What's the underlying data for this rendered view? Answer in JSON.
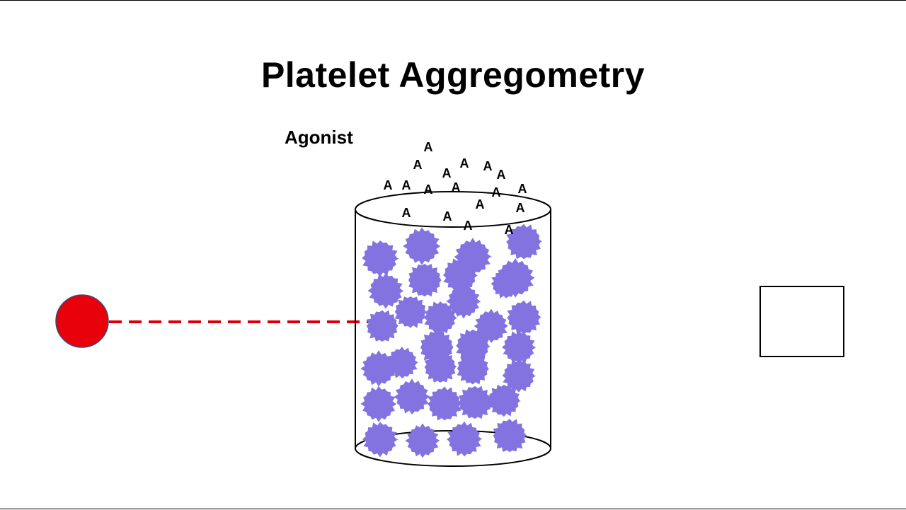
{
  "title": "Platelet Aggregometry",
  "agonist_label": "Agonist",
  "agonist_symbol": "A",
  "colors": {
    "light_source": "#e8000b",
    "light_beam": "#d8000a",
    "platelet": "#8273e1",
    "outline": "#000000"
  }
}
